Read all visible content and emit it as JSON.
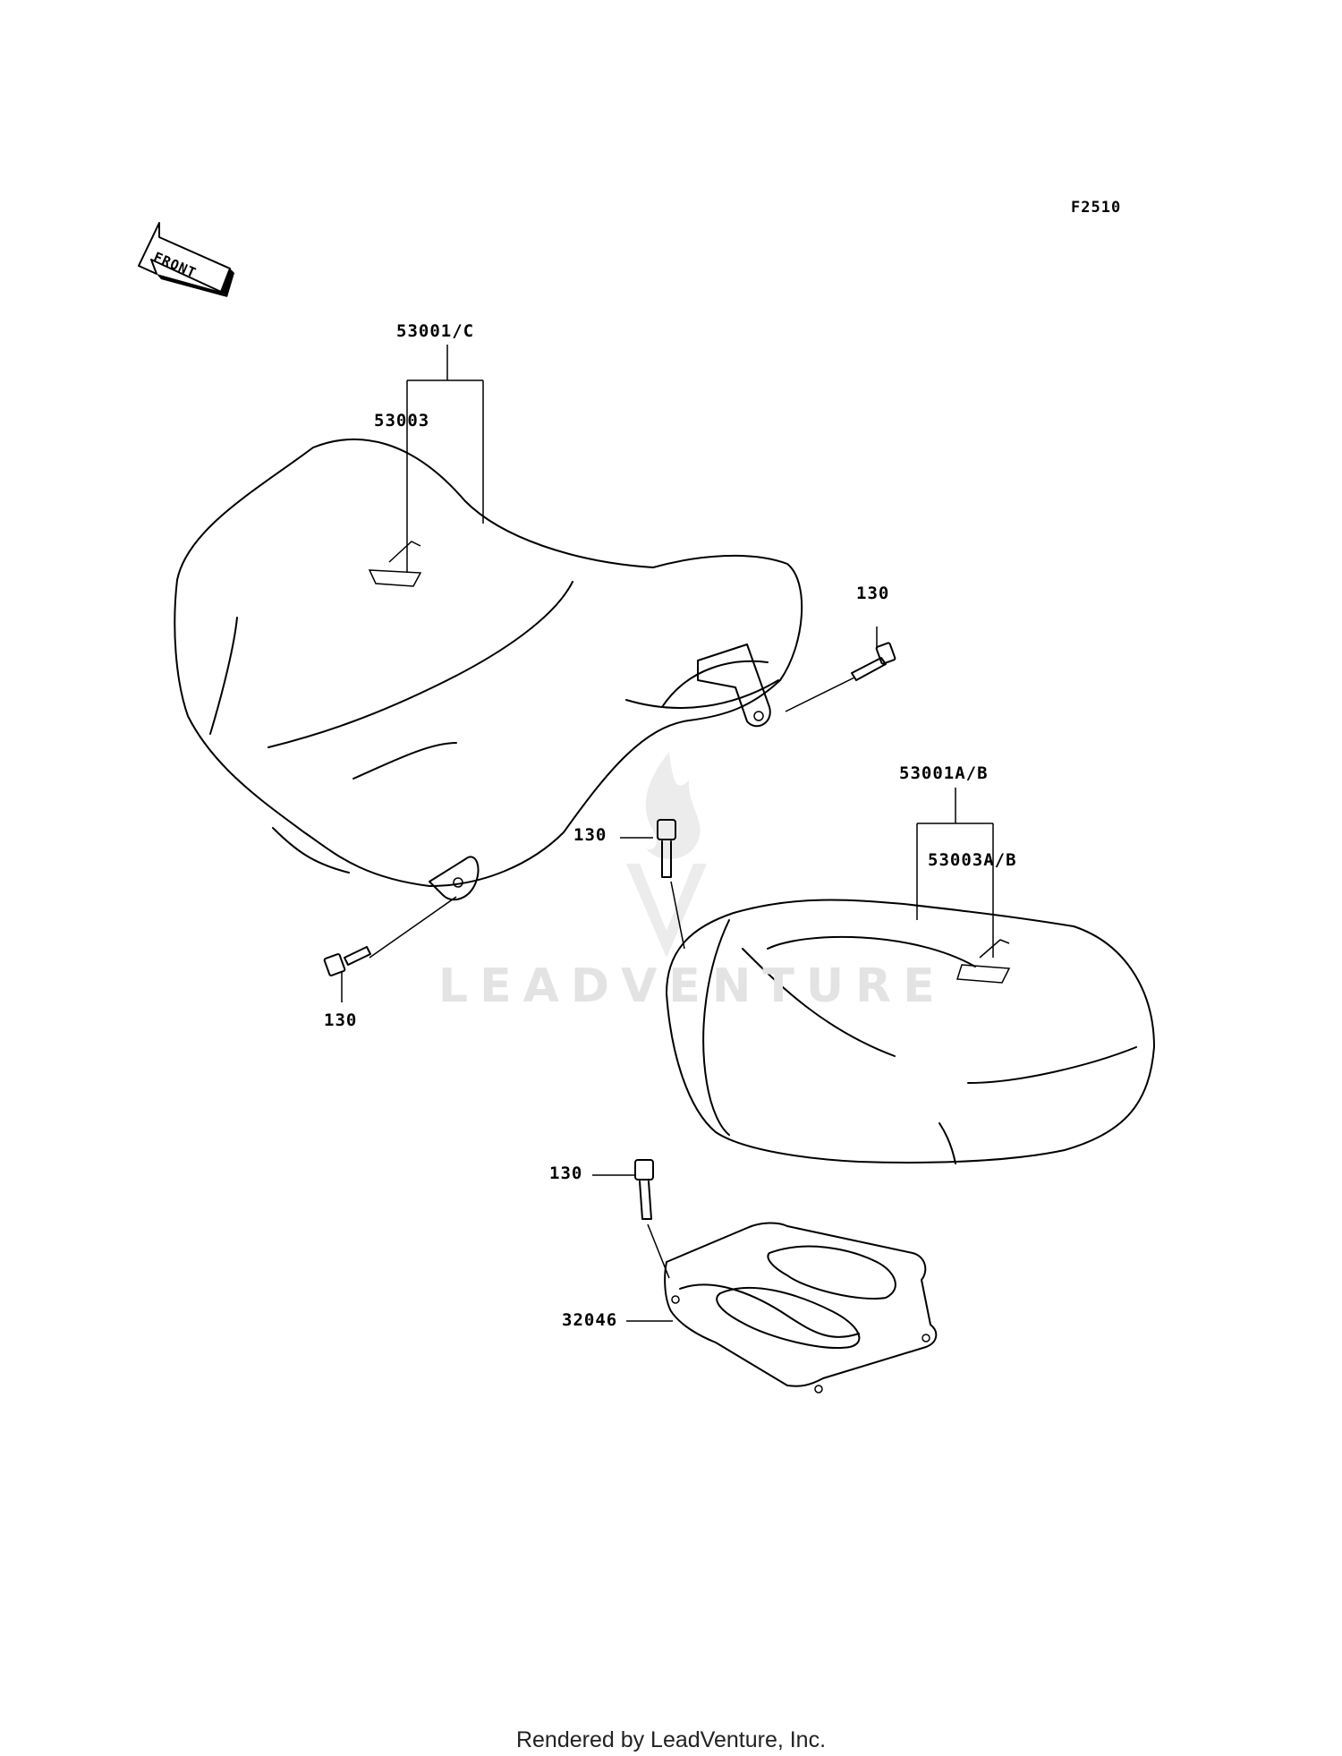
{
  "diagram": {
    "figure_code": "F2510",
    "front_arrow_label": "FRONT",
    "watermark": "LEADVENTURE",
    "footer": "Rendered by LeadVenture, Inc.",
    "callouts": {
      "seat_main_assembly": "53001/C",
      "seat_main_label": "53003",
      "bolt_rider_rear": "130",
      "bolt_rider_front": "130",
      "passenger_seat_assembly": "53001A/B",
      "passenger_seat_label": "53003A/B",
      "bolt_passenger": "130",
      "bolt_plate": "130",
      "plate": "32046"
    }
  }
}
